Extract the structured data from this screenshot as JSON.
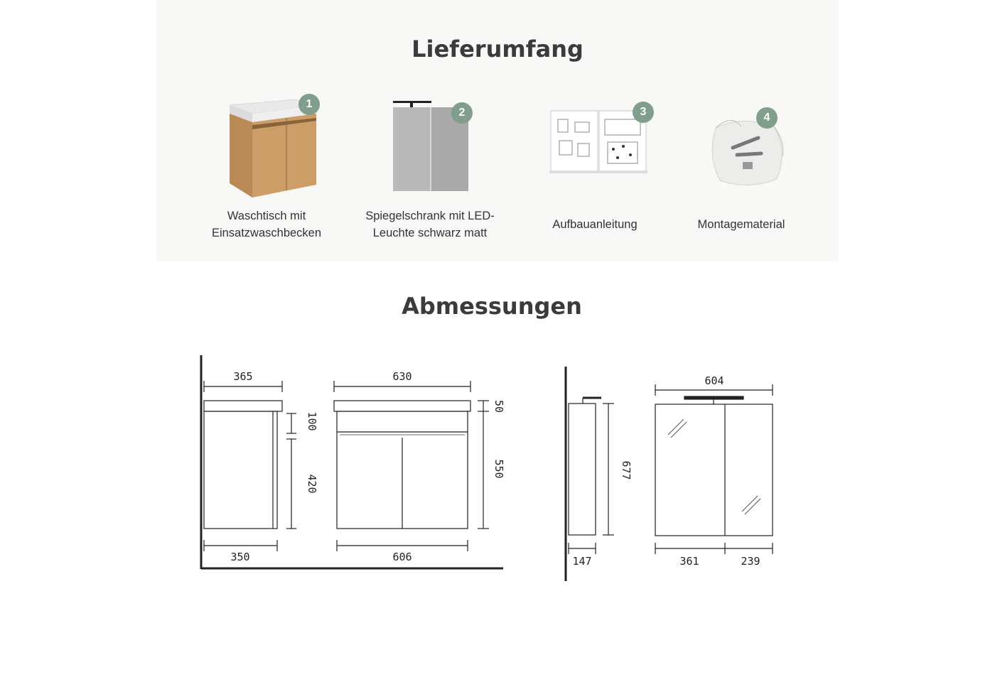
{
  "sections": {
    "delivery_title": "Lieferumfang",
    "dimensions_title": "Abmessungen"
  },
  "items": [
    {
      "number": "1",
      "label_line1": "Waschtisch mit",
      "label_line2": "Einsatzwaschbecken",
      "icon": "vanity-cabinet-icon"
    },
    {
      "number": "2",
      "label_line1": "Spiegelschrank mit LED-",
      "label_line2": "Leuchte schwarz matt",
      "icon": "mirror-cabinet-icon"
    },
    {
      "number": "3",
      "label_line1": "Aufbauanleitung",
      "label_line2": "",
      "icon": "manual-icon"
    },
    {
      "number": "4",
      "label_line1": "Montagematerial",
      "label_line2": "",
      "icon": "hardware-bag-icon"
    }
  ],
  "dimensions": {
    "vanity_side_depth_top": "365",
    "vanity_side_depth_bottom": "350",
    "vanity_side_basin_height": "100",
    "vanity_side_cabinet_height": "420",
    "vanity_front_width_top": "630",
    "vanity_front_width_bottom": "606",
    "vanity_front_basin_height": "50",
    "vanity_front_total_height": "550",
    "mirror_side_height": "677",
    "mirror_side_depth": "147",
    "mirror_front_width": "604",
    "mirror_front_left_door": "361",
    "mirror_front_right_door": "239"
  },
  "colors": {
    "badge": "#7f9e8b",
    "panel": "#f8f8f7",
    "wood": "#c89a63",
    "line": "#222222"
  }
}
